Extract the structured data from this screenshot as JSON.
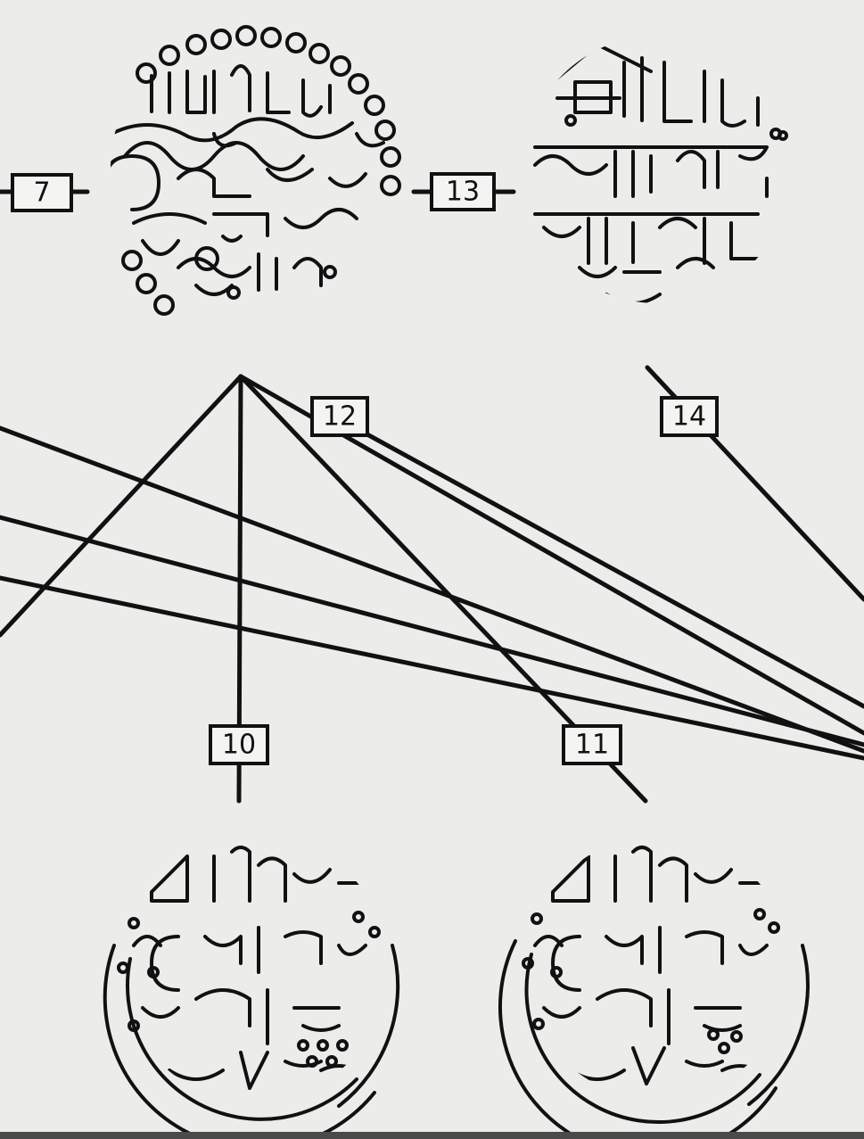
{
  "labels": {
    "l7": "7",
    "l13": "13",
    "l12": "12",
    "l14": "14",
    "l10": "10",
    "l11": "11"
  },
  "colors": {
    "background": "#ececea",
    "ink": "#111111"
  }
}
